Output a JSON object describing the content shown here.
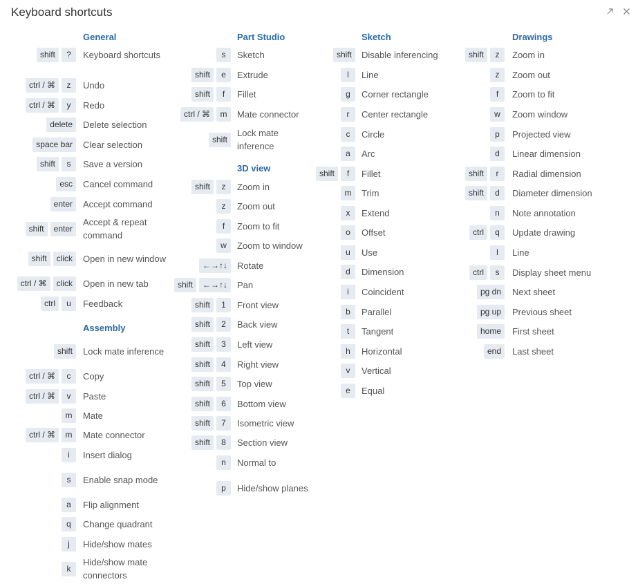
{
  "window": {
    "title": "Keyboard shortcuts",
    "controls": [
      {
        "name": "expand-icon",
        "glyph": "↗"
      },
      {
        "name": "close-icon",
        "glyph": "×"
      }
    ]
  },
  "columns": [
    {
      "sections": [
        {
          "title": "General",
          "rows": [
            {
              "keys": [
                "shift",
                "?"
              ],
              "label": "Keyboard shortcuts"
            },
            {
              "keys": [
                "ctrl / ⌘",
                "z"
              ],
              "label": "Undo"
            },
            {
              "keys": [
                "ctrl / ⌘",
                "y"
              ],
              "label": "Redo"
            },
            {
              "keys": [
                "delete"
              ],
              "label": "Delete selection"
            },
            {
              "keys": [
                "space bar"
              ],
              "label": "Clear selection"
            },
            {
              "keys": [
                "shift",
                "s"
              ],
              "label": "Save a version"
            },
            {
              "keys": [
                "esc"
              ],
              "label": "Cancel command"
            },
            {
              "keys": [
                "enter"
              ],
              "label": "Accept command"
            },
            {
              "keys": [
                "shift",
                "enter"
              ],
              "label": "Accept & repeat command"
            },
            {
              "keys": [
                "shift",
                "click"
              ],
              "label": "Open in new window"
            },
            {
              "keys": [
                "ctrl / ⌘",
                "click"
              ],
              "label": "Open in new tab"
            },
            {
              "keys": [
                "ctrl",
                "u"
              ],
              "label": "Feedback"
            }
          ]
        },
        {
          "title": "Assembly",
          "rows": [
            {
              "keys": [
                "shift"
              ],
              "label": "Lock mate inference"
            },
            {
              "keys": [
                "ctrl / ⌘",
                "c"
              ],
              "label": "Copy"
            },
            {
              "keys": [
                "ctrl / ⌘",
                "v"
              ],
              "label": "Paste"
            },
            {
              "keys": [
                "m"
              ],
              "label": "Mate"
            },
            {
              "keys": [
                "ctrl / ⌘",
                "m"
              ],
              "label": "Mate connector"
            },
            {
              "keys": [
                "i"
              ],
              "label": "Insert dialog"
            },
            {
              "keys": [
                "s"
              ],
              "label": "Enable snap mode"
            },
            {
              "keys": [
                "a"
              ],
              "label": "Flip alignment"
            },
            {
              "keys": [
                "q"
              ],
              "label": "Change quadrant"
            },
            {
              "keys": [
                "j"
              ],
              "label": "Hide/show mates"
            },
            {
              "keys": [
                "k"
              ],
              "label": "Hide/show mate connectors"
            }
          ]
        }
      ]
    },
    {
      "sections": [
        {
          "title": "Part Studio",
          "rows": [
            {
              "keys": [
                "s"
              ],
              "label": "Sketch"
            },
            {
              "keys": [
                "shift",
                "e"
              ],
              "label": "Extrude"
            },
            {
              "keys": [
                "shift",
                "f"
              ],
              "label": "Fillet"
            },
            {
              "keys": [
                "ctrl / ⌘",
                "m"
              ],
              "label": "Mate connector"
            },
            {
              "keys": [
                "shift"
              ],
              "label": "Lock mate inference"
            }
          ]
        },
        {
          "title": "3D view",
          "rows": [
            {
              "keys": [
                "shift",
                "z"
              ],
              "label": "Zoom in"
            },
            {
              "keys": [
                "z"
              ],
              "label": "Zoom out"
            },
            {
              "keys": [
                "f"
              ],
              "label": "Zoom to fit"
            },
            {
              "keys": [
                "w"
              ],
              "label": "Zoom to window"
            },
            {
              "keys": [
                "←→↑↓"
              ],
              "label": "Rotate"
            },
            {
              "keys": [
                "shift",
                "←→↑↓"
              ],
              "label": "Pan"
            },
            {
              "keys": [
                "shift",
                "1"
              ],
              "label": "Front view"
            },
            {
              "keys": [
                "shift",
                "2"
              ],
              "label": "Back view"
            },
            {
              "keys": [
                "shift",
                "3"
              ],
              "label": "Left view"
            },
            {
              "keys": [
                "shift",
                "4"
              ],
              "label": "Right view"
            },
            {
              "keys": [
                "shift",
                "5"
              ],
              "label": "Top view"
            },
            {
              "keys": [
                "shift",
                "6"
              ],
              "label": "Bottom view"
            },
            {
              "keys": [
                "shift",
                "7"
              ],
              "label": "Isometric view"
            },
            {
              "keys": [
                "shift",
                "8"
              ],
              "label": "Section view"
            },
            {
              "keys": [
                "n"
              ],
              "label": "Normal to"
            },
            {
              "keys": [
                "p"
              ],
              "label": "Hide/show planes"
            }
          ]
        }
      ]
    },
    {
      "sections": [
        {
          "title": "Sketch",
          "rows": [
            {
              "keys": [
                "shift"
              ],
              "label": "Disable inferencing"
            },
            {
              "keys": [
                "l"
              ],
              "label": "Line"
            },
            {
              "keys": [
                "g"
              ],
              "label": "Corner rectangle"
            },
            {
              "keys": [
                "r"
              ],
              "label": "Center rectangle"
            },
            {
              "keys": [
                "c"
              ],
              "label": "Circle"
            },
            {
              "keys": [
                "a"
              ],
              "label": "Arc"
            },
            {
              "keys": [
                "shift",
                "f"
              ],
              "label": "Fillet"
            },
            {
              "keys": [
                "m"
              ],
              "label": "Trim"
            },
            {
              "keys": [
                "x"
              ],
              "label": "Extend"
            },
            {
              "keys": [
                "o"
              ],
              "label": "Offset"
            },
            {
              "keys": [
                "u"
              ],
              "label": "Use"
            },
            {
              "keys": [
                "d"
              ],
              "label": "Dimension"
            },
            {
              "keys": [
                "i"
              ],
              "label": "Coincident"
            },
            {
              "keys": [
                "b"
              ],
              "label": "Parallel"
            },
            {
              "keys": [
                "t"
              ],
              "label": "Tangent"
            },
            {
              "keys": [
                "h"
              ],
              "label": "Horizontal"
            },
            {
              "keys": [
                "v"
              ],
              "label": "Vertical"
            },
            {
              "keys": [
                "e"
              ],
              "label": "Equal"
            }
          ]
        }
      ]
    },
    {
      "sections": [
        {
          "title": "Drawings",
          "rows": [
            {
              "keys": [
                "shift",
                "z"
              ],
              "label": "Zoom in"
            },
            {
              "keys": [
                "z"
              ],
              "label": "Zoom out"
            },
            {
              "keys": [
                "f"
              ],
              "label": "Zoom to fit"
            },
            {
              "keys": [
                "w"
              ],
              "label": "Zoom window"
            },
            {
              "keys": [
                "p"
              ],
              "label": "Projected view"
            },
            {
              "keys": [
                "d"
              ],
              "label": "Linear dimension"
            },
            {
              "keys": [
                "shift",
                "r"
              ],
              "label": "Radial dimension"
            },
            {
              "keys": [
                "shift",
                "d"
              ],
              "label": "Diameter dimension"
            },
            {
              "keys": [
                "n"
              ],
              "label": "Note annotation"
            },
            {
              "keys": [
                "ctrl",
                "q"
              ],
              "label": "Update drawing"
            },
            {
              "keys": [
                "l"
              ],
              "label": "Line"
            },
            {
              "keys": [
                "ctrl",
                "s"
              ],
              "label": "Display sheet menu"
            },
            {
              "keys": [
                "pg dn"
              ],
              "label": "Next sheet"
            },
            {
              "keys": [
                "pg up"
              ],
              "label": "Previous sheet"
            },
            {
              "keys": [
                "home"
              ],
              "label": "First sheet"
            },
            {
              "keys": [
                "end"
              ],
              "label": "Last sheet"
            }
          ]
        }
      ]
    }
  ]
}
